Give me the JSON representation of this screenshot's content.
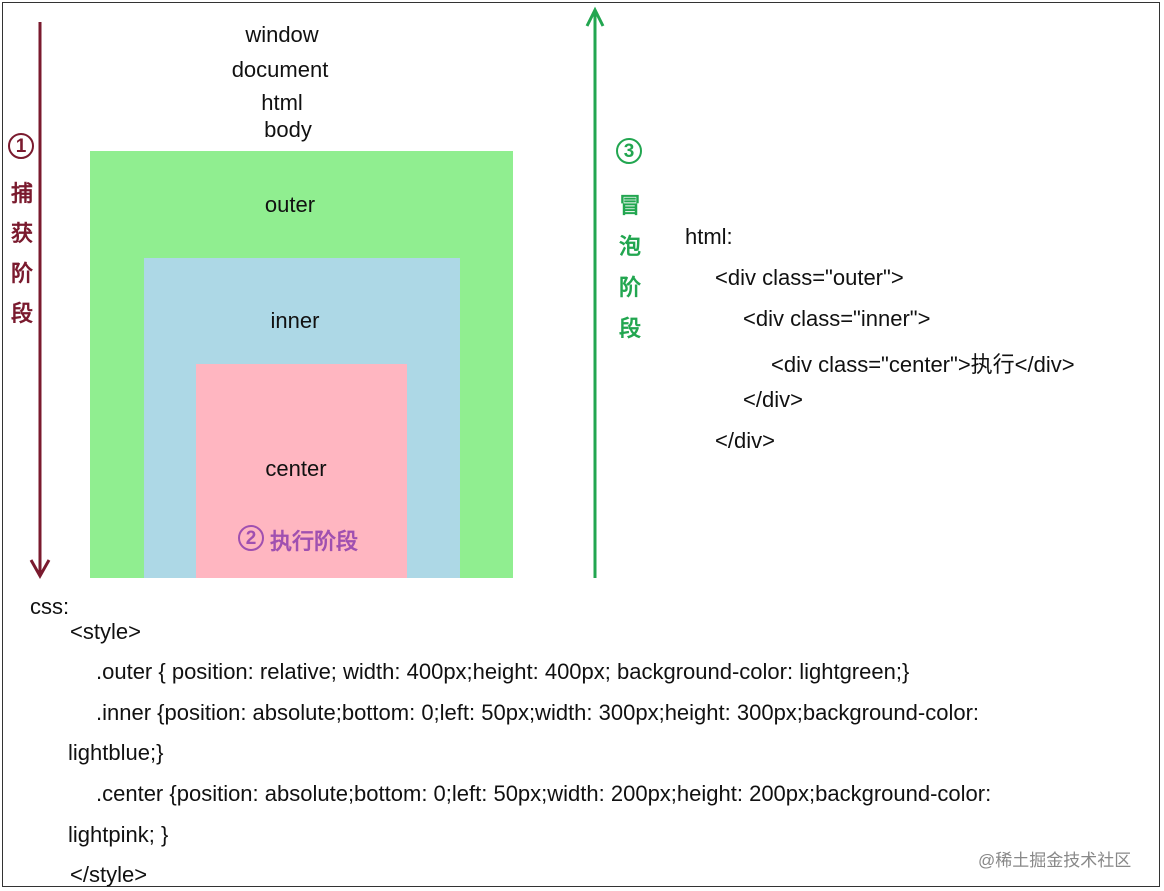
{
  "colors": {
    "capture": "#7a1a2e",
    "bubble": "#22a650",
    "target": "#a050b0",
    "outer_bg": "#90ee90",
    "inner_bg": "#add8e6",
    "center_bg": "#ffb6c1"
  },
  "layers": {
    "window": "window",
    "document": "document",
    "html": "html",
    "body": "body"
  },
  "boxes": {
    "outer": "outer",
    "inner": "inner",
    "center": "center"
  },
  "phases": {
    "capture": {
      "number": "1",
      "chars": [
        "捕",
        "获",
        "阶",
        "段"
      ]
    },
    "target": {
      "number": "2",
      "label": "执行阶段"
    },
    "bubble": {
      "number": "3",
      "chars": [
        "冒",
        "泡",
        "阶",
        "段"
      ]
    }
  },
  "html_code": {
    "heading": "html:",
    "lines": [
      "<div class=\"outer\">",
      "<div class=\"inner\">",
      "<div class=\"center\">执行</div>",
      "</div>",
      "</div>"
    ]
  },
  "css_code": {
    "heading": "css:",
    "lines": [
      "<style>",
      ".outer { position: relative; width: 400px;height: 400px; background-color: lightgreen;}",
      ".inner {position: absolute;bottom: 0;left: 50px;width: 300px;height: 300px;background-color:",
      "lightblue;}",
      ".center {position: absolute;bottom: 0;left: 50px;width: 200px;height: 200px;background-color:",
      "lightpink; }",
      "</style>"
    ]
  },
  "watermark": "@稀土掘金技术社区"
}
